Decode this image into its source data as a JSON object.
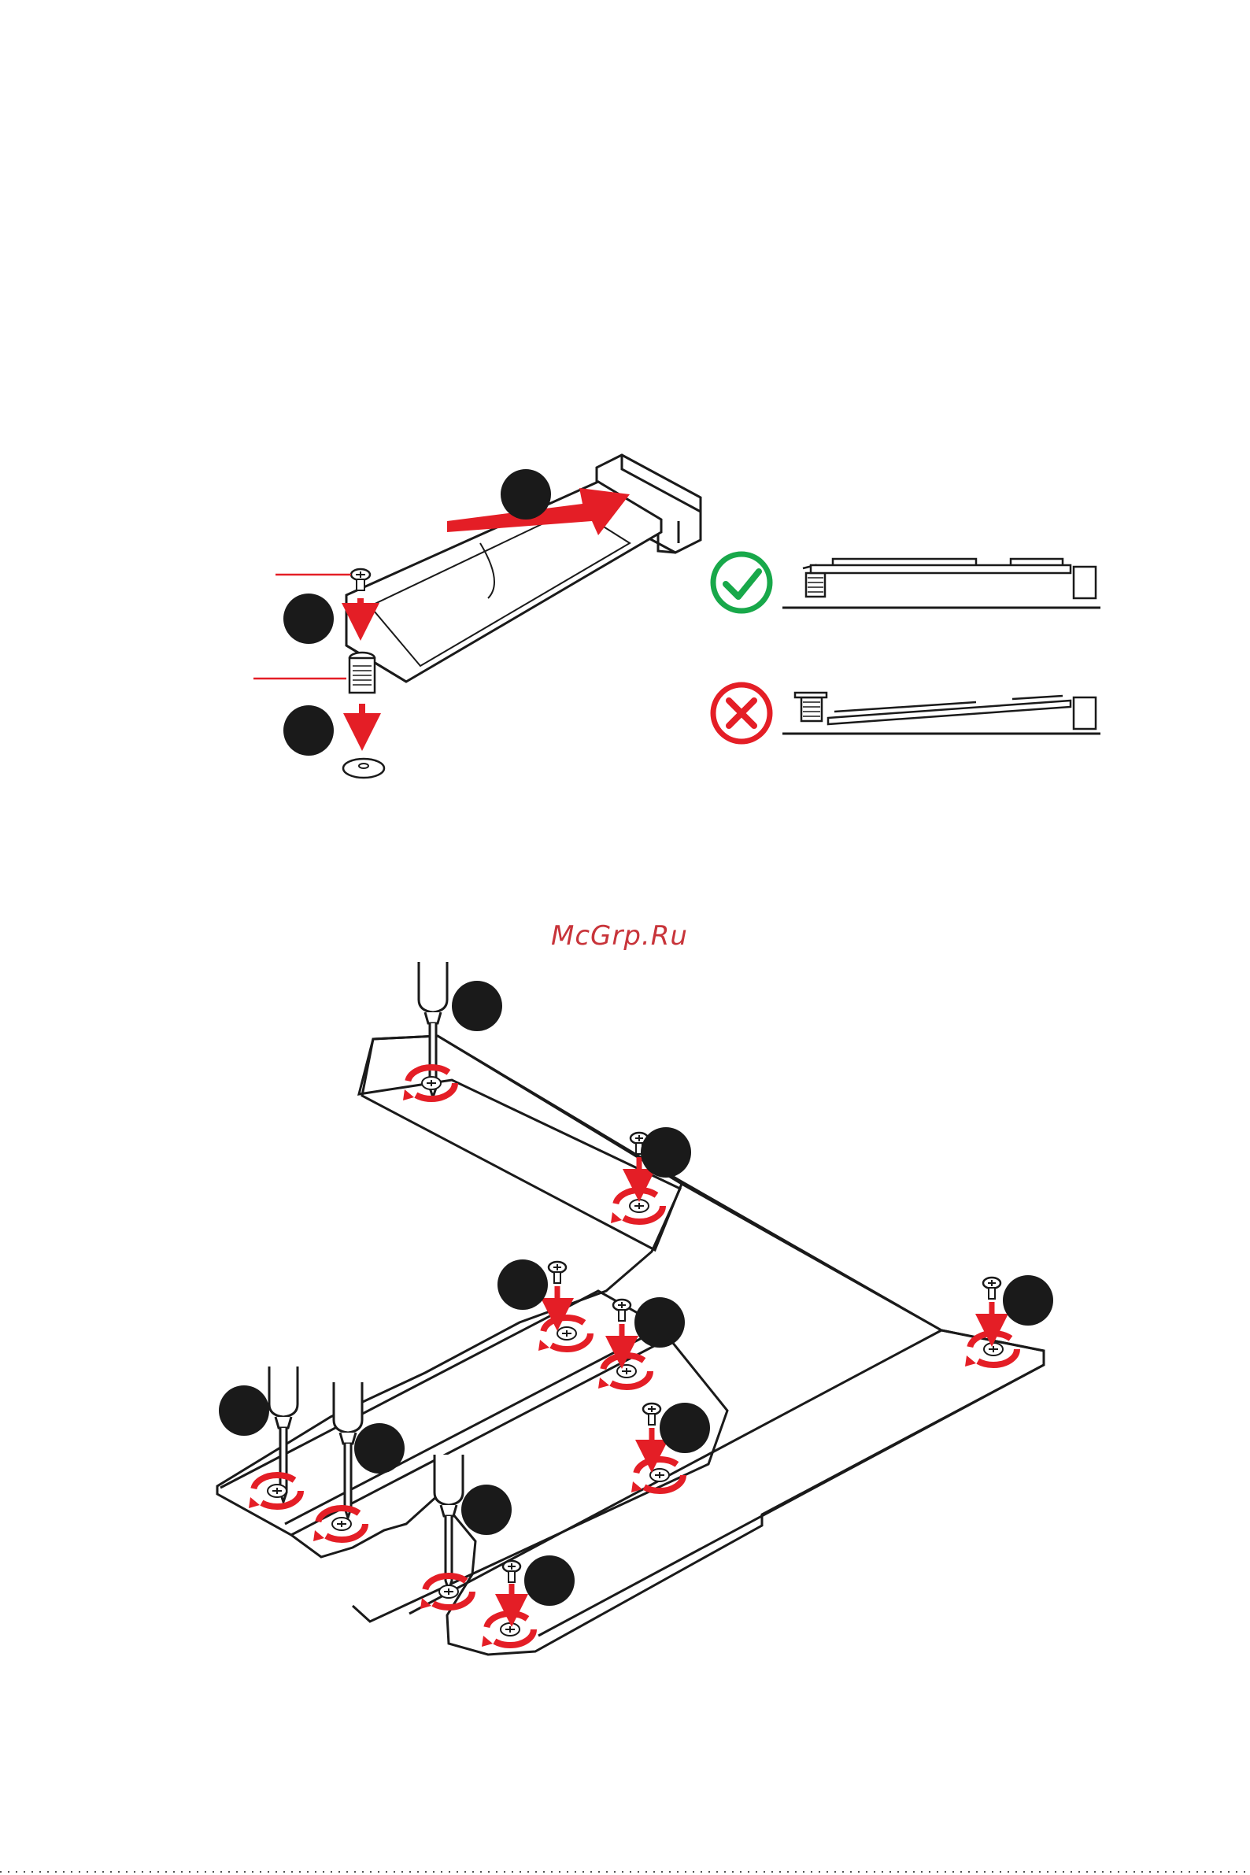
{
  "watermark": {
    "text": "McGrp.Ru",
    "color": "#c8343a"
  },
  "colors": {
    "line": "#1a1a1a",
    "accent_red": "#e41e26",
    "ok_green": "#18a84a",
    "bad_red": "#e41e26",
    "step_circle": "#1a1a1a"
  },
  "icons": {
    "correct": "check-circle-icon",
    "incorrect": "x-circle-icon"
  },
  "figures": [
    {
      "name": "m2-install-figure",
      "step_markers": 3
    },
    {
      "name": "m2-correct-seating",
      "status": "correct"
    },
    {
      "name": "m2-incorrect-seating",
      "status": "incorrect"
    },
    {
      "name": "m2-slot-screws-figure",
      "step_markers": 10
    }
  ]
}
